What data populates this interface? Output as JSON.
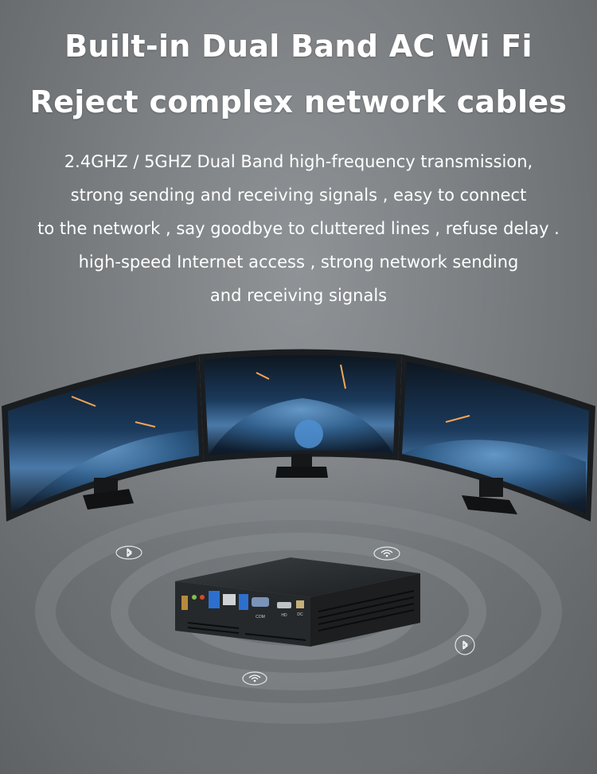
{
  "headline": {
    "line1": "Built-in Dual Band AC Wi Fi",
    "line2": "Reject complex network cables"
  },
  "description": [
    "2.4GHZ / 5GHZ Dual Band  high-frequency transmission,",
    "strong sending and receiving signals , easy to connect",
    "to the network , say goodbye to cluttered lines , refuse delay .",
    "high-speed Internet access , strong network sending",
    "and receiving signals"
  ],
  "ports": {
    "com_label": "COM",
    "hd_label": "HD",
    "dc_label": "DC"
  },
  "icons": [
    "bluetooth-icon",
    "wifi-icon",
    "bluetooth-icon",
    "wifi-icon"
  ],
  "colors": {
    "background": "#7d8184",
    "text": "#ffffff",
    "device_body": "#1f2224"
  }
}
